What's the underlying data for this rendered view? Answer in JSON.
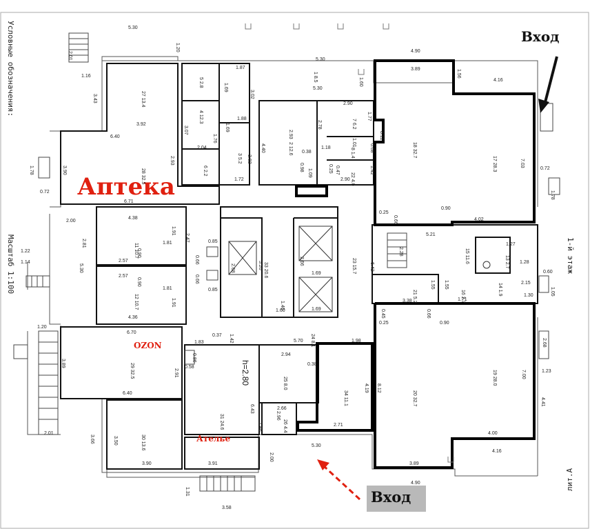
{
  "legend": "Условные обозначения:",
  "scale": "Масштаб 1:100",
  "floor": "1-й этаж",
  "letter": "лит.А",
  "entrance_label": "Вход",
  "tenants": {
    "pharmacy": "Аптека",
    "ozon": "OZON",
    "atelier": "Ателье"
  },
  "ceiling_height": "h=2.80",
  "colors": {
    "tenant_text": "#e02010",
    "highlight_outline": "#000000",
    "entrance_arrow_dashed": "#e02010",
    "entrance_box": "#b9b9b9"
  },
  "rooms": [
    {
      "id": "27",
      "area": "13.4"
    },
    {
      "id": "28",
      "area": "32.5"
    },
    {
      "id": "5",
      "area": "2.8"
    },
    {
      "id": "4",
      "area": "12.3"
    },
    {
      "id": "3",
      "area": "5.2"
    },
    {
      "id": "6",
      "area": "2.2"
    },
    {
      "id": "2",
      "area": "12.6"
    },
    {
      "id": "7",
      "area": "6.2"
    },
    {
      "id": "8",
      "area": "1.4"
    },
    {
      "id": "22",
      "area": "4.0"
    },
    {
      "id": "1",
      "area": "8.5"
    },
    {
      "id": "18",
      "area": "32.7"
    },
    {
      "id": "17",
      "area": "28.3"
    },
    {
      "id": "11",
      "area": "10.7"
    },
    {
      "id": "12",
      "area": "10.7"
    },
    {
      "id": "33",
      "area": "20.6"
    },
    {
      "id": "23",
      "area": "15.7"
    },
    {
      "id": "15",
      "area": "11.6"
    },
    {
      "id": "13",
      "area": "2.7"
    },
    {
      "id": "21",
      "area": "5.2"
    },
    {
      "id": "16",
      "area": "2.7"
    },
    {
      "id": "14",
      "area": "1.9"
    },
    {
      "id": "29",
      "area": "32.5"
    },
    {
      "id": "25",
      "area": "8.0"
    },
    {
      "id": "34",
      "area": "11.1"
    },
    {
      "id": "20",
      "area": "32.7"
    },
    {
      "id": "19",
      "area": "28.0"
    },
    {
      "id": "31",
      "area": "24.6"
    },
    {
      "id": "26",
      "area": "4.4"
    },
    {
      "id": "30",
      "area": "13.6"
    },
    {
      "id": "24",
      "area": "8.1"
    }
  ],
  "dimensions": [
    "5.30",
    "1.20",
    "2.01",
    "1.16",
    "4.90",
    "3.89",
    "4.16",
    "1.56",
    "1.60",
    "5.30",
    "3.43",
    "3.92",
    "6.40",
    "3.90",
    "6.71",
    "1.78",
    "0.72",
    "1.87",
    "1.69",
    "3.02",
    "1.88",
    "3.07",
    "1.76",
    "2.04",
    "1.69",
    "3.02",
    "2.93",
    "1.72",
    "4.40",
    "2.93",
    "2.78",
    "2.90",
    "1.77",
    "1.01",
    "0.68",
    "8.11",
    "0.98",
    "0.38",
    "1.18",
    "0.25",
    "0.47",
    "1.09",
    "1.42",
    "2.90",
    "7.03",
    "0.72",
    "1.78",
    "4.38",
    "2.00",
    "1.91",
    "2.81",
    "0.90",
    "1.81",
    "2.57",
    "0.85",
    "0.66",
    "5.30",
    "1.22",
    "1.14",
    "2.47",
    "2.57",
    "0.90",
    "1.81",
    "0.66",
    "0.85",
    "4.36",
    "1.91",
    "2.68",
    "5.20",
    "2.66",
    "1.69",
    "1.69",
    "1.40",
    "1.60",
    "5.30",
    "6.42",
    "0.25",
    "0.66",
    "0.90",
    "4.02",
    "5.21",
    "2.28",
    "1.27",
    "1.28",
    "1.30",
    "2.15",
    "0.60",
    "1.05",
    "1.55",
    "3.38",
    "1.55",
    "1.71",
    "0.45",
    "0.25",
    "0.66",
    "0.90",
    "1.20",
    "6.70",
    "3.89",
    "6.40",
    "2.91",
    "1.83",
    "0.37",
    "1.42",
    "5.70",
    "0.86",
    "0.58",
    "6.43",
    "2.94",
    "0.38",
    "2.66",
    "4.19",
    "8.12",
    "7.00",
    "4.41",
    "1.23",
    "2.68",
    "1.98",
    "2.96",
    "1.48",
    "2.71",
    "4.00",
    "3.66",
    "3.50",
    "3.90",
    "3.91",
    "2.00",
    "5.30",
    "3.89",
    "4.16",
    "4.90",
    "1.31",
    "3.58",
    "2.01"
  ]
}
